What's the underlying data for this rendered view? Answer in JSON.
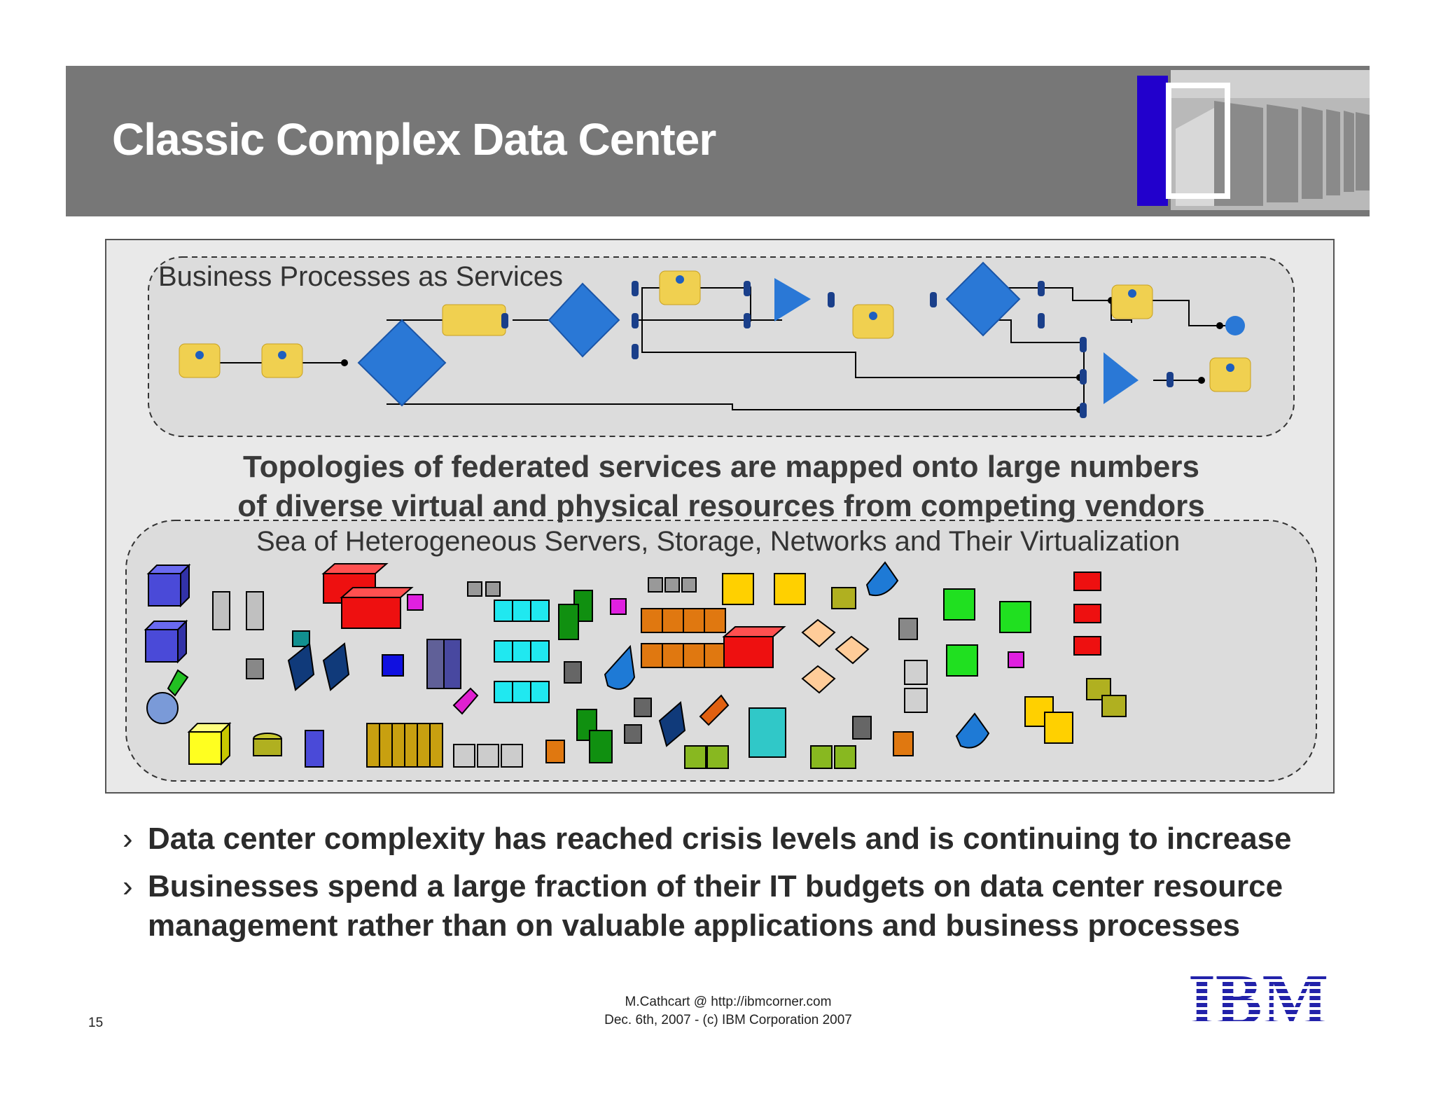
{
  "header": {
    "title": "Classic Complex Data Center",
    "colors": {
      "bar": "#777777",
      "accent": "#2200cc"
    }
  },
  "diagram": {
    "process_label": "Business Processes as Services",
    "topology_line1": "Topologies of federated services are mapped onto large numbers",
    "topology_line2": "of diverse virtual and physical resources from competing vendors",
    "resources_label": "Sea of Heterogeneous Servers, Storage, Networks and Their Virtualization"
  },
  "bullets": [
    "Data center complexity has reached crisis levels and is continuing to increase",
    "Businesses spend a large fraction of their IT budgets on data center resource management rather than on valuable applications and business processes"
  ],
  "bullet_marker": "›",
  "footer": {
    "line1": "M.Cathcart @ http://ibmcorner.com",
    "line2": "Dec. 6th, 2007 - (c) IBM Corporation 2007",
    "page_number": "15"
  },
  "logo": {
    "text": "IBM",
    "color": "#2222aa"
  }
}
